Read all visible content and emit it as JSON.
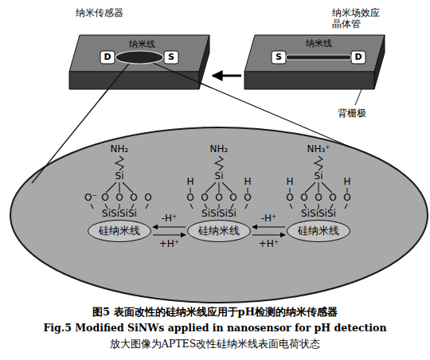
{
  "diagram": {
    "caption": "图5 表面改性的硅纳米线应用于pH检测的纳米传感器",
    "nodes": [
      {
        "text": [
          "纳米传感器"
        ]
      },
      {
        "text": [
          "纳米场效应晶体管"
        ]
      },
      {
        "text": [
          "硅纳米线"
        ]
      },
      {
        "text": [
          "硅纳米线"
        ]
      },
      {
        "text": [
          "硅纳米线"
        ]
      }
    ],
    "edges": [
      {
        "from": 1,
        "to": 0,
        "arrow": "to"
      },
      {
        "from": 3,
        "to": 2,
        "label": "-H⁺",
        "arrow": "to"
      },
      {
        "from": 2,
        "to": 3,
        "label": "+H⁺",
        "arrow": "to"
      },
      {
        "from": 4,
        "to": 3,
        "label": "-H⁺",
        "arrow": "to"
      },
      {
        "from": 3,
        "to": 4,
        "label": "+H⁺",
        "arrow": "to"
      }
    ],
    "labels": [
      "纳米线",
      "D",
      "S",
      "纳米线",
      "S",
      "D",
      "背栅极",
      "NH₂",
      "Si",
      "O⁻",
      "O",
      "O",
      "O",
      "O",
      "SiSiSiSi",
      "NH₂",
      "Si",
      "O",
      "O",
      "O",
      "O",
      "O",
      "SiSiSiSi",
      "H",
      "H",
      "NH₃⁺",
      "Si",
      "O",
      "O",
      "O",
      "O",
      "O",
      "SiSiSiSi",
      "H",
      "H",
      "Fig.5 Modified SiNWs applied in nanosensor for pH detection",
      "放大图像为APTES改性硅纳米线表面电荷状态"
    ]
  }
}
